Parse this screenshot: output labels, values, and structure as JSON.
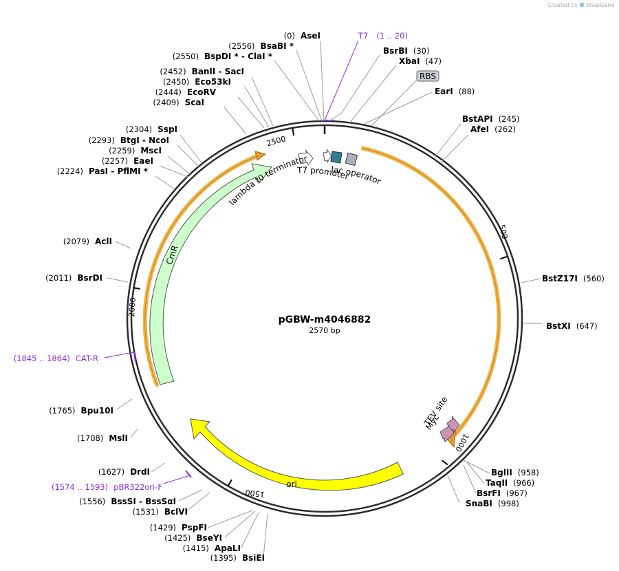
{
  "credit": "Created by",
  "brand": "SnapGene",
  "plasmid": {
    "name": "pGBW-m4046882",
    "length": "2570 bp",
    "total_bp": 2570
  },
  "colors": {
    "backbone": "#2b2b2b",
    "orf_outline": "#f0b34a",
    "cmr_fill": "#ccffcc",
    "ori_fill": "#ffff00",
    "lac_operator": "#2b7e95",
    "t7_promoter": "#a9b2bd",
    "tag_fill": "#cc94b4",
    "primer": "#8B2BE2"
  },
  "ticks": [
    {
      "bp": 500,
      "label": "500"
    },
    {
      "bp": 1000,
      "label": "1000"
    },
    {
      "bp": 1500,
      "label": "1500"
    },
    {
      "bp": 2000,
      "label": "2000"
    },
    {
      "bp": 2500,
      "label": "2500"
    }
  ],
  "enzymes": [
    {
      "pos": "(0)",
      "name": "AseI",
      "bp": 0
    },
    {
      "pos": "(2556)",
      "name": "BsaBI *",
      "bp": 2556
    },
    {
      "pos": "(2550)",
      "name": "BspDI * - ClaI *",
      "bp": 2550
    },
    {
      "pos": "(2452)",
      "name": "BanII - SacI",
      "bp": 2452
    },
    {
      "pos": "(2450)",
      "name": "Eco53kI",
      "bp": 2450
    },
    {
      "pos": "(2444)",
      "name": "EcoRV",
      "bp": 2444
    },
    {
      "pos": "(2409)",
      "name": "ScaI",
      "bp": 2409
    },
    {
      "pos": "(2304)",
      "name": "SspI",
      "bp": 2304
    },
    {
      "pos": "(2293)",
      "name": "BtgI - NcoI",
      "bp": 2293
    },
    {
      "pos": "(2259)",
      "name": "MscI",
      "bp": 2259
    },
    {
      "pos": "(2257)",
      "name": "EaeI",
      "bp": 2257
    },
    {
      "pos": "(2224)",
      "name": "PasI - PflMI *",
      "bp": 2224
    },
    {
      "pos": "(2079)",
      "name": "AclI",
      "bp": 2079
    },
    {
      "pos": "(2011)",
      "name": "BsrDI",
      "bp": 2011
    },
    {
      "pos": "(1765)",
      "name": "Bpu10I",
      "bp": 1765
    },
    {
      "pos": "(1708)",
      "name": "MslI",
      "bp": 1708
    },
    {
      "pos": "(1627)",
      "name": "DrdI",
      "bp": 1627
    },
    {
      "pos": "(1556)",
      "name": "BssSI - BssSαI",
      "bp": 1556
    },
    {
      "pos": "(1531)",
      "name": "BclVI",
      "bp": 1531
    },
    {
      "pos": "(1429)",
      "name": "PspFI",
      "bp": 1429
    },
    {
      "pos": "(1425)",
      "name": "BseYI",
      "bp": 1425
    },
    {
      "pos": "(1415)",
      "name": "ApaLI",
      "bp": 1415
    },
    {
      "pos": "(1395)",
      "name": "BsiEI",
      "bp": 1395
    },
    {
      "pos": "(30)",
      "name": "BsrBI",
      "bp": 30
    },
    {
      "pos": "(47)",
      "name": "XbaI",
      "bp": 47
    },
    {
      "pos": "(88)",
      "name": "EarI",
      "bp": 88
    },
    {
      "pos": "(245)",
      "name": "BstAPI",
      "bp": 245
    },
    {
      "pos": "(262)",
      "name": "AfeI",
      "bp": 262
    },
    {
      "pos": "(560)",
      "name": "BstZ17I",
      "bp": 560
    },
    {
      "pos": "(647)",
      "name": "BstXI",
      "bp": 647
    },
    {
      "pos": "(958)",
      "name": "BglII",
      "bp": 958
    },
    {
      "pos": "(966)",
      "name": "TaqII",
      "bp": 966
    },
    {
      "pos": "(967)",
      "name": "BsrFI",
      "bp": 967
    },
    {
      "pos": "(998)",
      "name": "SnaBI",
      "bp": 998
    }
  ],
  "primers": [
    {
      "name": "T7",
      "range": "(1 .. 20)",
      "start": 1,
      "end": 20
    },
    {
      "name": "CAT-R",
      "range": "(1845 .. 1864)",
      "start": 1845,
      "end": 1864
    },
    {
      "name": "pBR322ori-F",
      "range": "(1574 .. 1593)",
      "start": 1574,
      "end": 1593
    }
  ],
  "features": [
    {
      "name": "lambda t0 terminator",
      "start": 2525,
      "end": 2559
    },
    {
      "name": "T7 promoter",
      "start": 1,
      "end": 19
    },
    {
      "name": "lac operator",
      "start": 20,
      "end": 44
    },
    {
      "name": "RBS",
      "start": 59,
      "end": 81
    },
    {
      "name": "TEV site",
      "start": 935,
      "end": 955
    },
    {
      "name": "Myc",
      "start": 905,
      "end": 934
    },
    {
      "name": "CmR",
      "start": 1797,
      "end": 2457
    },
    {
      "name": "ori",
      "start": 1061,
      "end": 1649
    }
  ]
}
